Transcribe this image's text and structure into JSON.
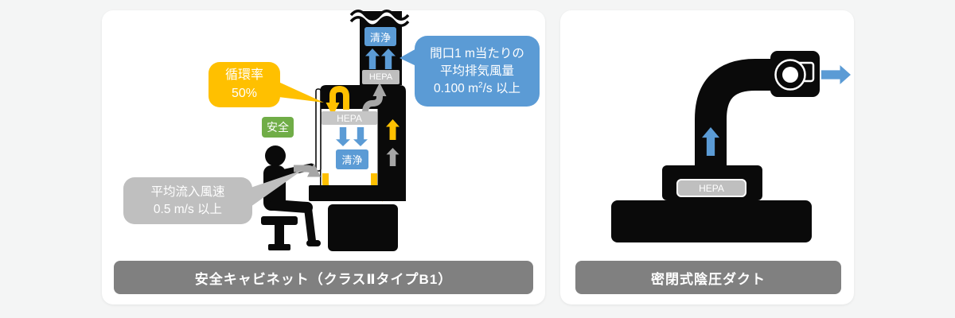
{
  "colors": {
    "background": "#F4F5F5",
    "panel": "#FFFFFF",
    "black_shape": "#0A0A0A",
    "blue": "#5B9BD5",
    "yellow": "#FFC000",
    "green": "#70AD47",
    "gray_callout": "#BFBFBF",
    "gray_hepa": "#C6C6C6",
    "gray_arrow": "#A6A6A6",
    "title_bar": "#808080"
  },
  "left_panel": {
    "title": "安全キャビネット（クラスⅡタイプB1）",
    "labels": {
      "exhaust_clean": "清浄",
      "exhaust_hepa": "HEPA",
      "chamber_hepa": "HEPA",
      "chamber_clean": "清浄",
      "safety": "安全"
    },
    "callouts": {
      "recirculation": {
        "line1": "循環率",
        "line2": "50%"
      },
      "inflow": {
        "line1": "平均流入風速",
        "line2": "0.5 m/s 以上"
      },
      "exhaust": {
        "line1": "間口1 m当たりの",
        "line2": "平均排気風量",
        "line3_pre": "0.100 m",
        "line3_sup": "2",
        "line3_post": "/s 以上"
      }
    }
  },
  "right_panel": {
    "title": "密閉式陰圧ダクト",
    "labels": {
      "hepa": "HEPA"
    }
  }
}
